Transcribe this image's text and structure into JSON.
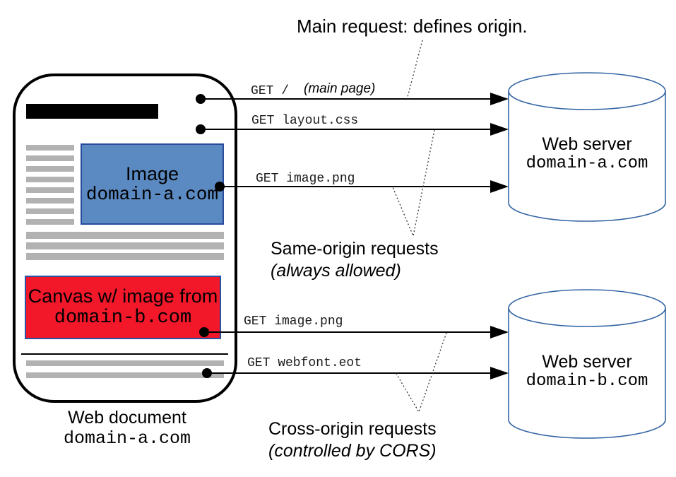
{
  "title": "Main request: defines origin.",
  "web_document": {
    "caption": "Web document",
    "caption_domain": "domain-a.com",
    "image_box": {
      "label": "Image",
      "domain": "domain-a.com"
    },
    "canvas_box": {
      "label": "Canvas w/ image from",
      "domain": "domain-b.com"
    }
  },
  "requests": [
    {
      "label": "GET /",
      "note": "(main page)"
    },
    {
      "label": "GET layout.css"
    },
    {
      "label": "GET image.png"
    },
    {
      "label": "GET image.png"
    },
    {
      "label": "GET webfont.eot"
    }
  ],
  "servers": [
    {
      "title": "Web server",
      "domain": "domain-a.com"
    },
    {
      "title": "Web server",
      "domain": "domain-b.com"
    }
  ],
  "annotations": {
    "same_origin": {
      "line1": "Same-origin requests",
      "line2": "(always allowed)"
    },
    "cross_origin": {
      "line1": "Cross-origin requests",
      "line2": "(controlled by CORS)"
    }
  },
  "colors": {
    "image_box_fill": "#5b8ac2",
    "image_box_border": "#2a4b9b",
    "canvas_box_fill": "#f2182a",
    "canvas_box_border": "#2a52a0",
    "gray_bar": "#b2b2b2",
    "cylinder_stroke": "#3465a4",
    "ink": "#000000"
  }
}
